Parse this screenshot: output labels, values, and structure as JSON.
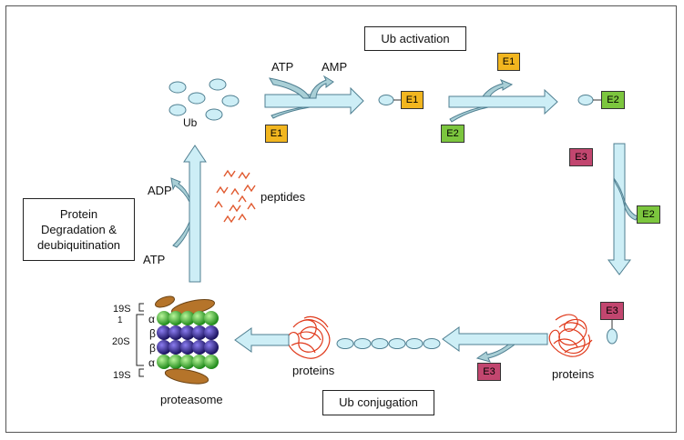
{
  "titles": {
    "activation": "Ub activation",
    "conjugation": "Ub conjugation",
    "degradation": "Protein Degradation & deubiquitination"
  },
  "labels": {
    "ub": "Ub",
    "atp_top": "ATP",
    "amp": "AMP",
    "adp": "ADP",
    "atp_left": "ATP",
    "peptides": "peptides",
    "proteins_right": "proteins",
    "proteins_left": "proteins",
    "proteasome": "proteasome",
    "s19_top": "19S",
    "one": "1",
    "s20": "20S",
    "s19_bottom": "19S",
    "alpha": "α",
    "beta": "β"
  },
  "enzymes": {
    "e1": "E1",
    "e2": "E2",
    "e3": "E3"
  },
  "colors": {
    "e1": "#f2b61f",
    "e2": "#7cc63e",
    "e3": "#c2466f",
    "arrow_fill": "#cdeef6",
    "arrow_stroke": "#4f7f91",
    "ub_fill": "#cdeef6",
    "peptide": "#e0592f",
    "protein": "#e03a1c",
    "cap": "#b5742a",
    "alpha_ring": "#3fc23a",
    "beta_ring": "#3e2ea6"
  }
}
